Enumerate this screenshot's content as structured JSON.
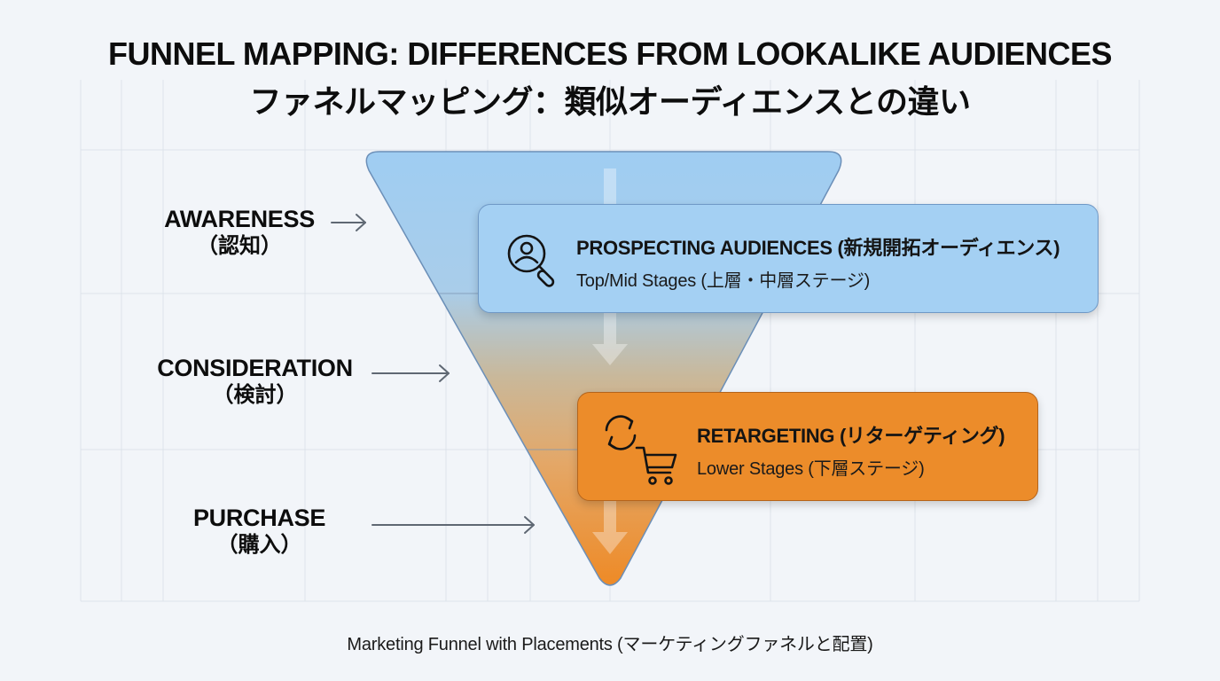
{
  "title": {
    "english": "FUNNEL MAPPING: DIFFERENCES FROM LOOKALIKE AUDIENCES",
    "japanese": "ファネルマッピング：類似オーディエンスとの違い"
  },
  "stages": [
    {
      "label": "AWARENESS",
      "label_jp": "（認知）"
    },
    {
      "label": "CONSIDERATION",
      "label_jp": "（検討）"
    },
    {
      "label": "PURCHASE",
      "label_jp": "（購入）"
    }
  ],
  "placements": [
    {
      "icon": "search-user-icon",
      "title": "PROSPECTING AUDIENCES (新規開拓オーディエンス)",
      "subtitle": "Top/Mid Stages (上層・中層ステージ)",
      "color": "#a4d0f3"
    },
    {
      "icon": "refresh-cart-icon",
      "title": "RETARGETING (リターゲティング)",
      "subtitle": "Lower Stages (下層ステージ)",
      "color": "#ec8c2a"
    }
  ],
  "funnel": {
    "top_color": "#9fcdf2",
    "middle_color": "#c9b89a",
    "bottom_color": "#ee8a26"
  },
  "caption": "Marketing Funnel with Placements (マーケティングファネルと配置)"
}
